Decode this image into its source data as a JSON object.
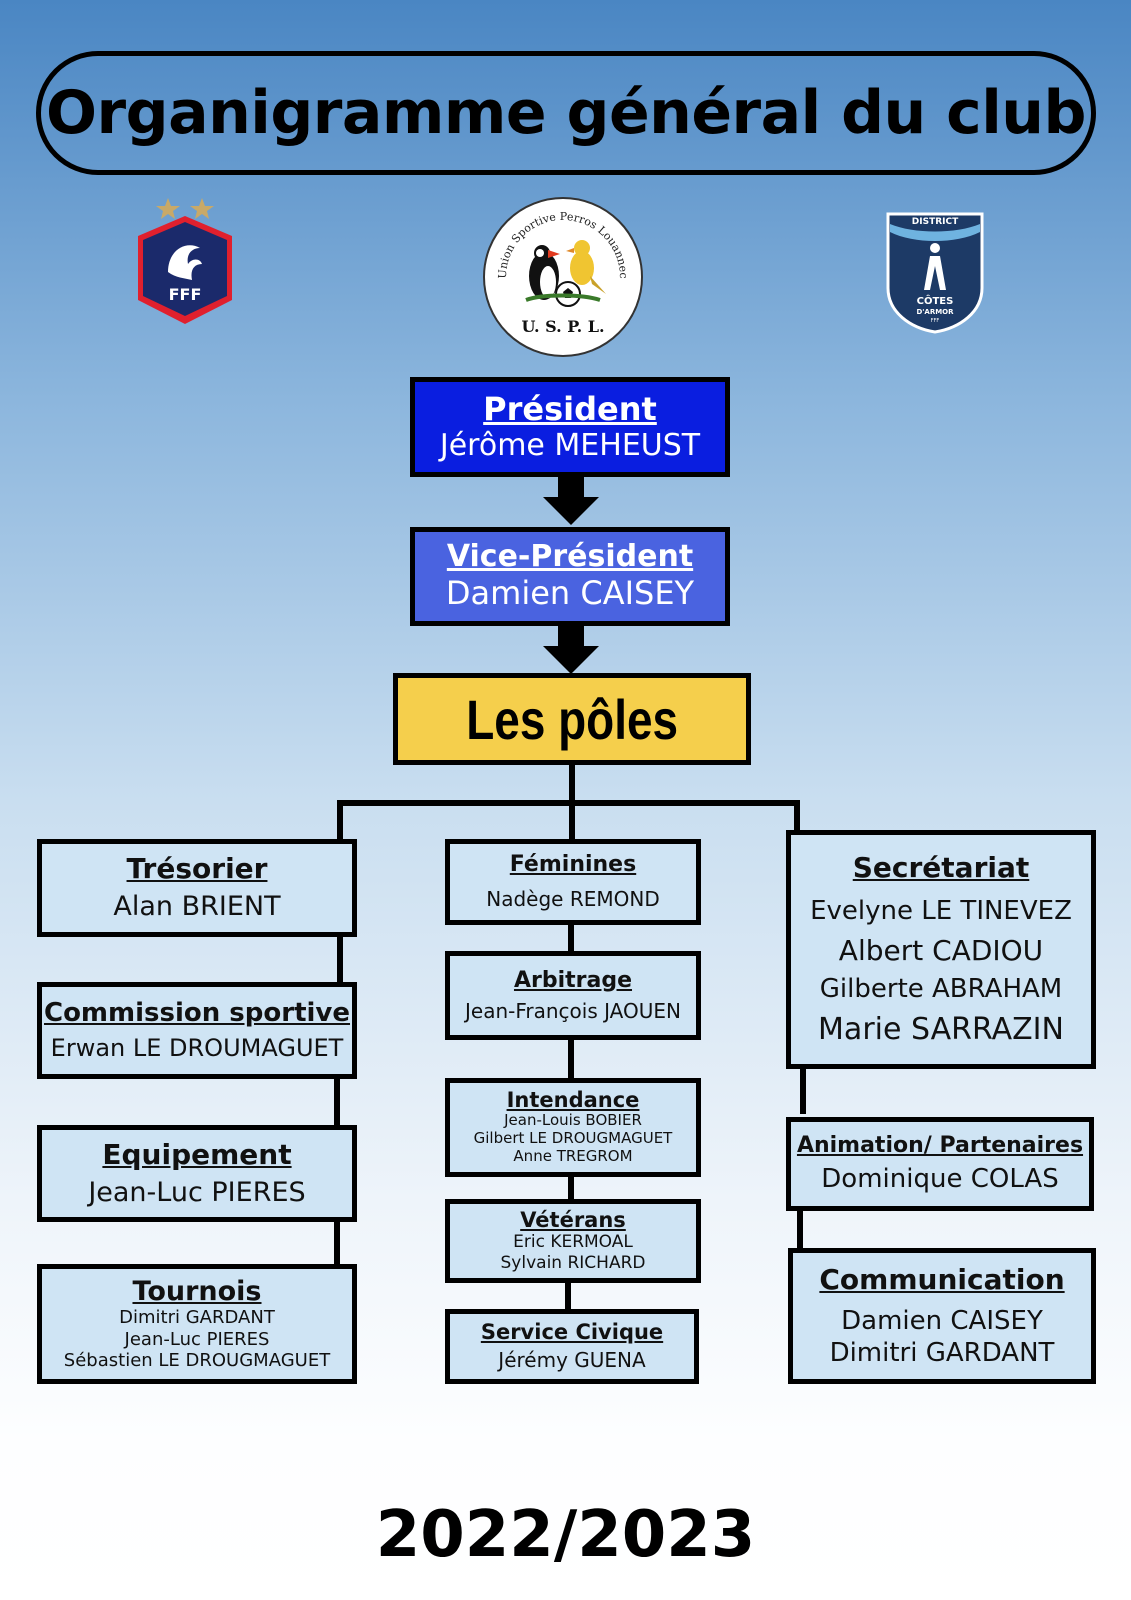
{
  "title": "Organigramme général du club",
  "logos": {
    "fff": "FFF",
    "uspl_ring": "Union Sportive Perros Louannec",
    "uspl_initials": "U. S. P. L.",
    "district_top": "DISTRICT",
    "district_name": "CÔTES",
    "district_sub": "D'ARMOR",
    "district_fff": "FFF"
  },
  "president": {
    "title": "Président",
    "name": "Jérôme MEHEUST"
  },
  "vice_president": {
    "title": "Vice-Président",
    "name": "Damien CAISEY"
  },
  "poles_label": "Les pôles",
  "left_column": [
    {
      "title": "Trésorier",
      "members": [
        "Alan BRIENT"
      ]
    },
    {
      "title": "Commission sportive",
      "members": [
        "Erwan LE DROUMAGUET"
      ]
    },
    {
      "title": "Equipement",
      "members": [
        "Jean-Luc PIERES"
      ]
    },
    {
      "title": "Tournois",
      "members": [
        "Dimitri GARDANT",
        "Jean-Luc PIERES",
        "Sébastien LE DROUGMAGUET"
      ]
    }
  ],
  "middle_column": [
    {
      "title": "Féminines",
      "members": [
        "Nadège REMOND"
      ]
    },
    {
      "title": "Arbitrage",
      "members": [
        "Jean-François JAOUEN"
      ]
    },
    {
      "title": "Intendance",
      "members": [
        "Jean-Louis BOBIER",
        "Gilbert LE DROUGMAGUET",
        "Anne TREGROM"
      ]
    },
    {
      "title": "Vétérans",
      "members": [
        "Eric KERMOAL",
        "Sylvain RICHARD"
      ]
    },
    {
      "title": "Service Civique",
      "members": [
        "Jérémy GUENA"
      ]
    }
  ],
  "right_column": [
    {
      "title": "Secrétariat",
      "members": [
        "Evelyne LE TINEVEZ",
        "Albert CADIOU",
        "Gilberte ABRAHAM",
        "Marie SARRAZIN"
      ]
    },
    {
      "title": "Animation/ Partenaires",
      "members": [
        "Dominique COLAS"
      ]
    },
    {
      "title": "Communication",
      "members": [
        "Damien CAISEY",
        "Dimitri GARDANT"
      ]
    }
  ],
  "season": "2022/2023",
  "colors": {
    "president_box": "#0a1ee0",
    "vice_president_box": "#4a63e0",
    "poles_box": "#f5cf4c",
    "pole_box": "#cfe4f4"
  }
}
